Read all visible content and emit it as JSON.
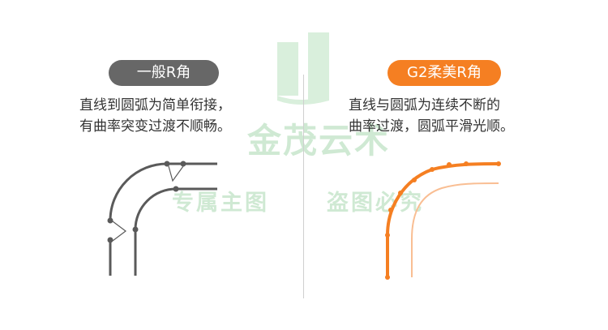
{
  "watermark": {
    "logo_text": "金茂云术",
    "left_text": "专属主图",
    "right_text": "盗图必究"
  },
  "left_panel": {
    "label": "一般R角",
    "description_line1": "直线到圆弧为简单衔接，",
    "description_line2": "有曲率突变过渡不顺畅。"
  },
  "right_panel": {
    "label": "G2柔美R角",
    "description_line1": "直线与圆弧为连续不断的",
    "description_line2": "曲率过渡，圆弧平滑光顺。"
  },
  "colors": {
    "left_label_bg": "#676767",
    "right_label_bg": "#f57f22",
    "gray_curve": "#5a5a5a",
    "orange_curve": "#f57f22",
    "light_orange_curve": "#f9be93",
    "watermark": "#cfe9d3"
  }
}
